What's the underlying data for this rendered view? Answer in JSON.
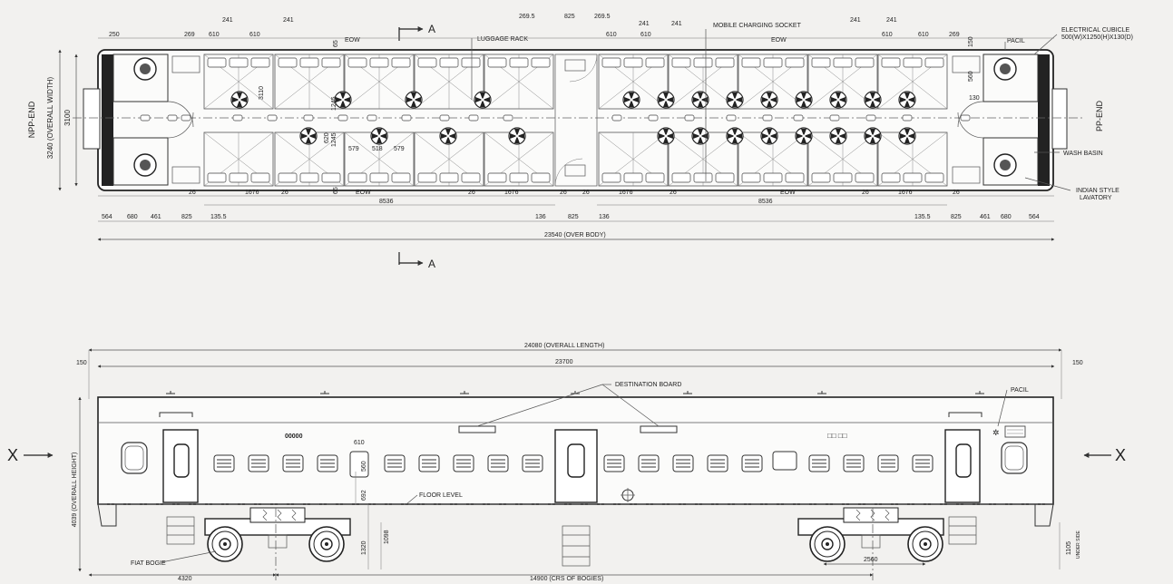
{
  "plan": {
    "section_marker": "A",
    "end_left": "NPP-END",
    "end_right": "PP-END",
    "overall_width": "3240 (OVERALL WIDTH)",
    "inner_width": "3100",
    "callouts": {
      "luggage_rack": "LUGGAGE RACK",
      "mobile_charging": "MOBILE CHARGING SOCKET",
      "pacil": "PACIL",
      "electrical_cubicle_1": "ELECTRICAL CUBICLE",
      "electrical_cubicle_2": "500(W)X1250(H)X130(D)",
      "wash_basin": "WASH BASIN",
      "lavatory_1": "INDIAN STYLE",
      "lavatory_2": "LAVATORY"
    },
    "eow": "EOW",
    "top_dims": {
      "d250": "250",
      "d269_l": "269",
      "d610_1": "610",
      "d610_2": "610",
      "d241_1": "241",
      "d241_2": "241",
      "d269_5a": "269.5",
      "d825": "825",
      "d269_5b": "269.5",
      "d610_3": "610",
      "d610_4": "610",
      "d241_3": "241",
      "d241_4": "241",
      "d241_5": "241",
      "d241_6": "241",
      "d610_5": "610",
      "d610_6": "610",
      "d269_r": "269",
      "d150": "150",
      "d560": "560",
      "d130": "130",
      "d65": "65"
    },
    "inner_dims": {
      "d3110": "3110",
      "d1245_a": "1245",
      "d1245_b": "1245",
      "d620": "620",
      "d579_a": "579",
      "d518": "518",
      "d579_b": "579"
    },
    "bottom_dims": {
      "d26_a": "26",
      "d1676_a": "1676",
      "d26_b": "26",
      "d65_b": "65",
      "d26_c": "26",
      "d1676_b": "1676",
      "d26_d": "26",
      "d26_e": "26",
      "d1676_c": "1676",
      "d26_f": "26",
      "d26_g": "26",
      "d1676_d": "1676",
      "d26_h": "26",
      "d8536_a": "8536",
      "d8536_b": "8536"
    },
    "chain_dims": {
      "d564_a": "564",
      "d680_a": "680",
      "d461_a": "461",
      "d825_a": "825",
      "d135_5_a": "135.5",
      "d136_a": "136",
      "d825_b": "825",
      "d136_b": "136",
      "d135_5_b": "135.5",
      "d825_c": "825",
      "d461_b": "461",
      "d680_b": "680",
      "d564_b": "564"
    },
    "overall_body": "23540 (OVER BODY)"
  },
  "elevation": {
    "overall_length": "24080 (OVERALL LENGTH)",
    "body_length": "23700",
    "end_left": "150",
    "end_right": "150",
    "destination_board": "DESTINATION BOARD",
    "pacil": "PACIL",
    "section_left": "X",
    "section_right": "X",
    "coach_number": "00000",
    "window_marks": "□□ □□",
    "overall_height": "4039 (OVERALL HEIGHT)",
    "d610": "610",
    "d560": "560",
    "d692": "692",
    "d1320": "1320",
    "d1098": "1098",
    "floor_level": "FLOOR LEVEL",
    "fiat_bogie": "FIAT BOGIE",
    "d4320": "4320",
    "crs_bogies": "14900 (CRS OF BOGIES)",
    "d2560": "2560",
    "d1105": "1105",
    "under_side": "UNDER SIDE"
  }
}
